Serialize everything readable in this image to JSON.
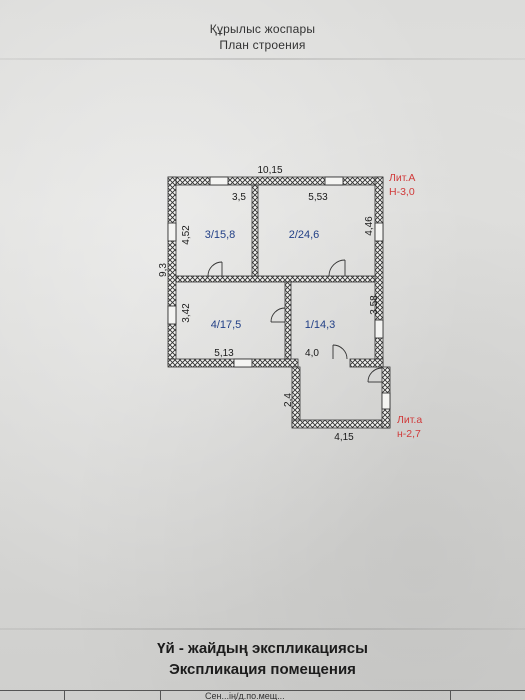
{
  "header": {
    "title_kz": "Құрылыс жоспары",
    "title_ru": "План строения"
  },
  "plan": {
    "dims": {
      "top_total": "10,15",
      "room3_width": "3,5",
      "room2_width": "5,53",
      "right_upper": "4,46",
      "left_total": "9,3",
      "room3_height": "4,52",
      "room4_height": "3,42",
      "room1_height": "3,58",
      "room4_width": "5,13",
      "room1_width": "4,0",
      "annex_height": "2,4",
      "annex_width": "4,15"
    },
    "rooms": {
      "room3": "3/15,8",
      "room2": "2/24,6",
      "room4": "4/17,5",
      "room1": "1/14,3"
    },
    "labels": {
      "lit_a_name": "Лит.А",
      "lit_a_height": "Н-3,0",
      "lit_a_small_name": "Лит.а",
      "lit_a_small_height": "н-2,7"
    }
  },
  "footer": {
    "title_kz": "Үй - жайдың экспликациясы",
    "title_ru": "Экспликация помещения",
    "table_fragment": "Сен...ің/д.по.мещ..."
  }
}
